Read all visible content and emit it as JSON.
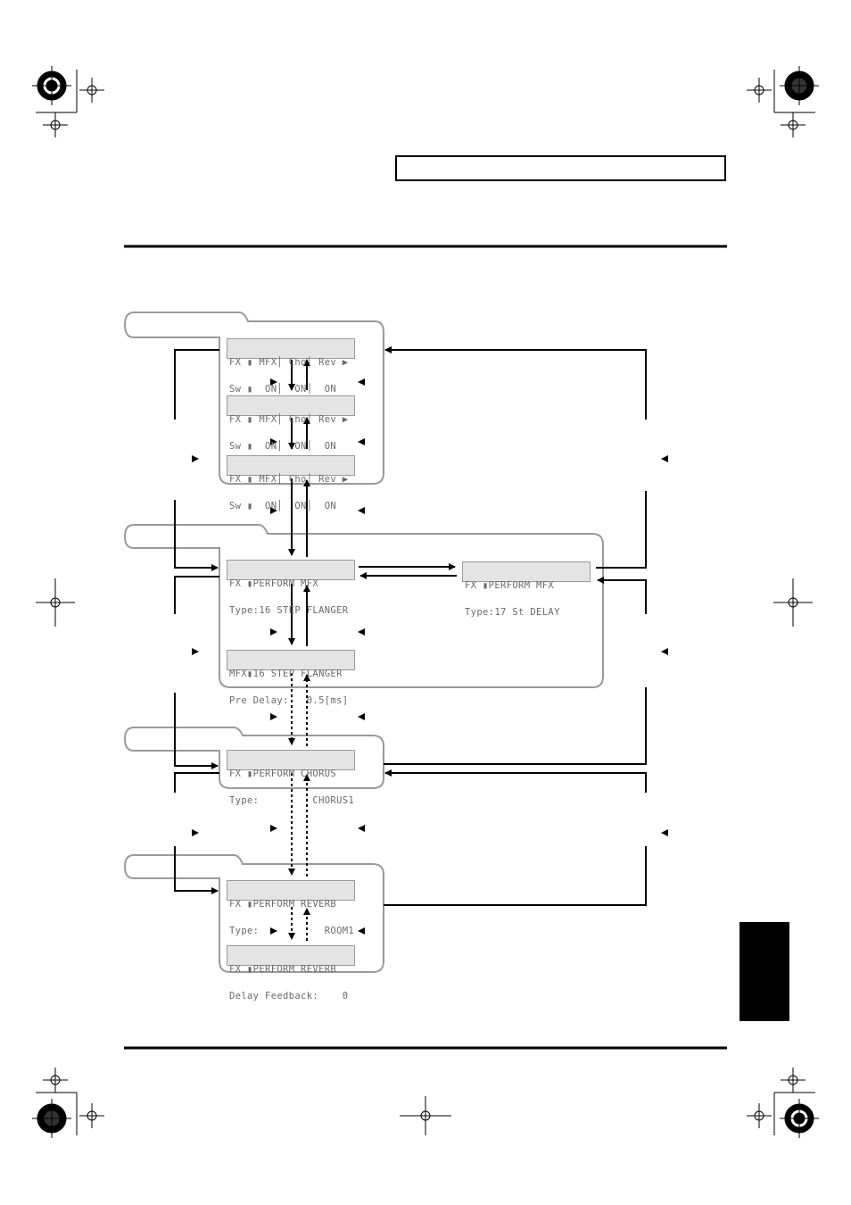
{
  "screens": {
    "fx_sw_1": {
      "line1": "FX ▮ MFX│ Cho│ Rev ▶",
      "line2": "Sw ▮  ON│  ON│  ON"
    },
    "fx_sw_2": {
      "line1": "FX ▮ MFX│ Cho│ Rev ▶",
      "line2": "Sw ▮  ON│  ON│  ON"
    },
    "fx_sw_3": {
      "line1": "FX ▮ MFX│ Cho│ Rev ▶",
      "line2": "Sw ▮  ON│  ON│  ON"
    },
    "perform_mfx": {
      "line1": "FX ▮PERFORM MFX",
      "line2": "Type:16 STEP FLANGER"
    },
    "perform_mfx_alt": {
      "line1": "FX ▮PERFORM MFX",
      "line2": "Type:17 St DELAY"
    },
    "mfx_param": {
      "line1": "MFX▮16 STEP FLANGER",
      "line2": "Pre Delay:   0.5[ms]"
    },
    "perform_chorus": {
      "line1": "FX ▮PERFORM CHORUS",
      "line2": "Type:         CHORUS1"
    },
    "perform_reverb": {
      "line1": "FX ▮PERFORM REVERB",
      "line2": "Type:           ROOM1"
    },
    "reverb_param": {
      "line1": "FX ▮PERFORM REVERB",
      "line2": "Delay Feedback:    0"
    }
  },
  "colors": {
    "line": "#000000",
    "panel_border": "#9a9a9a",
    "lcd_bg": "#e4e4e4",
    "lcd_text": "#6a6a6a"
  }
}
